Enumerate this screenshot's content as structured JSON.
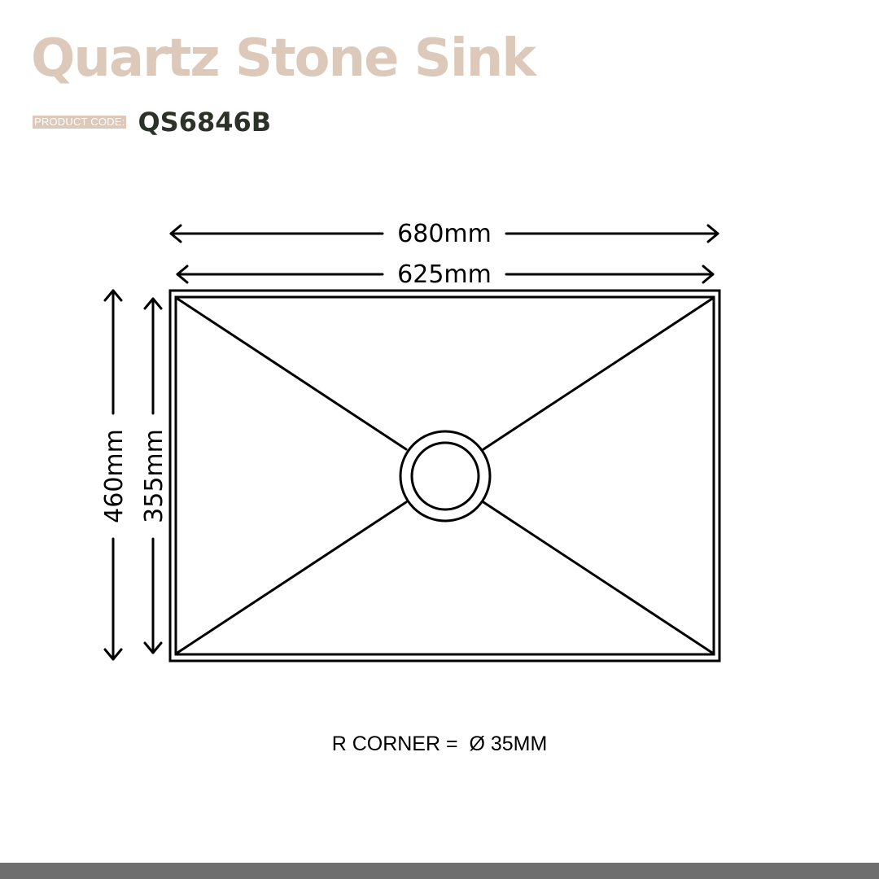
{
  "header": {
    "title": "Quartz Stone Sink",
    "code_label": "PRODUCT CODE:",
    "code_value": "QS6846B"
  },
  "dimensions": {
    "outer_width": "680mm",
    "inner_width": "625mm",
    "outer_height": "460mm",
    "inner_height": "355mm"
  },
  "note": "R CORNER =  Ø 35MM",
  "colors": {
    "accent": "#ddc9b9",
    "code_text": "#2b3328",
    "line": "#000000",
    "footer": "#6e6e6e"
  }
}
